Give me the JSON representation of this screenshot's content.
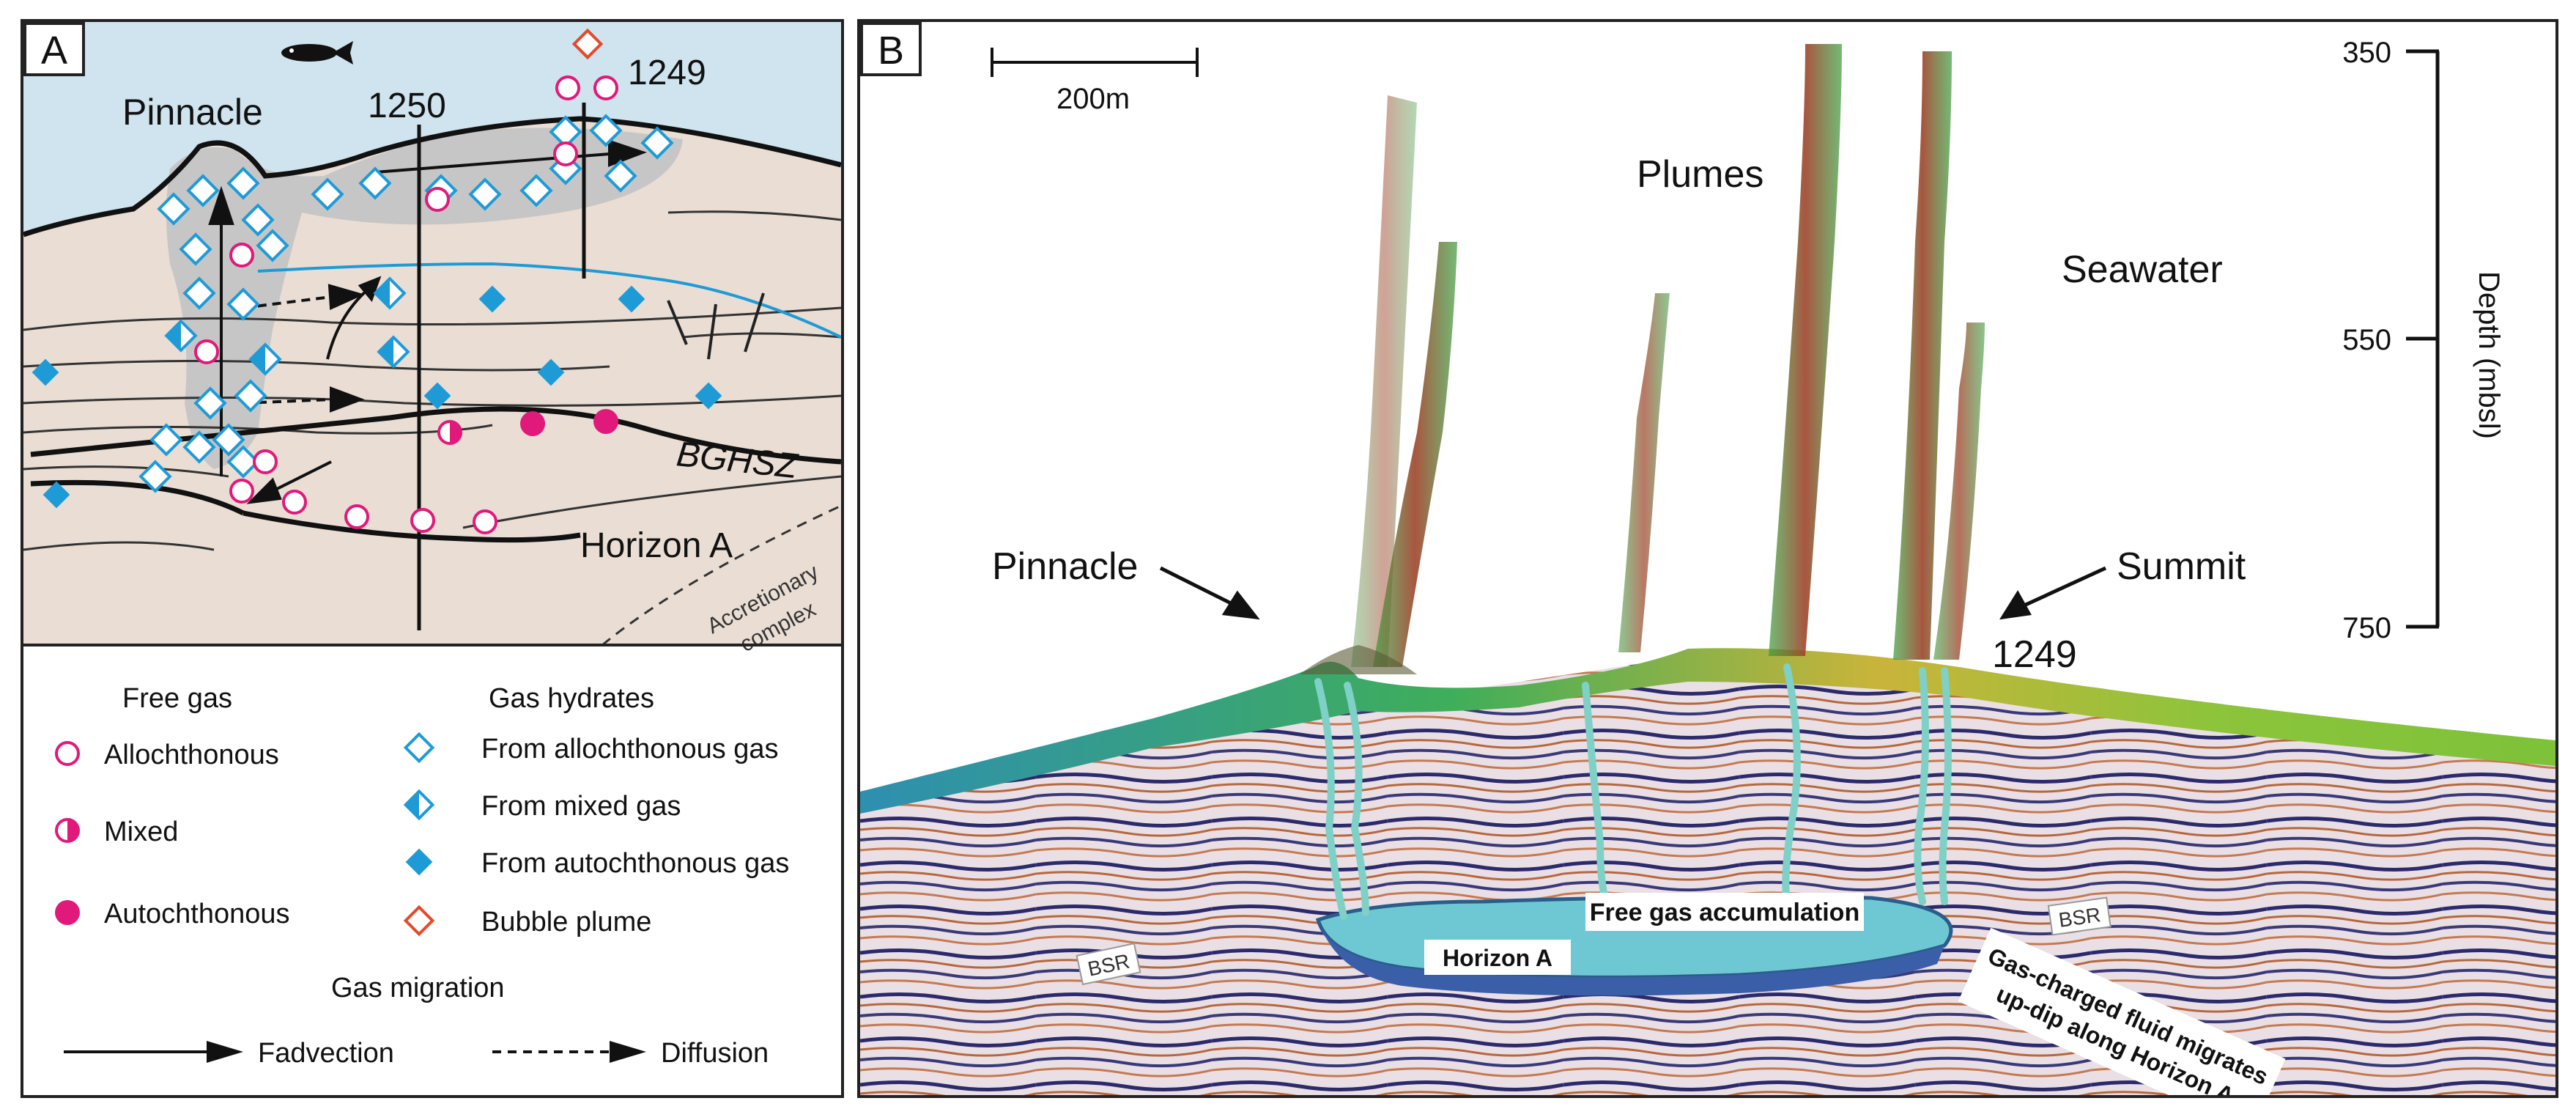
{
  "panel_a": {
    "letter": "A",
    "labels": {
      "pinnacle": "Pinnacle",
      "site_1250": "1250",
      "site_1249": "1249",
      "bghsz": "BGHSZ",
      "horizon_a": "Horizon A",
      "accretionary": "Accretionary",
      "complex": "complex"
    },
    "legend": {
      "free_gas_title": "Free gas",
      "gas_hydrates_title": "Gas hydrates",
      "free_gas_items": [
        "Allochthonous",
        "Mixed",
        "Autochthonous"
      ],
      "hydrate_items": [
        "From allochthonous gas",
        "From mixed gas",
        "From autochthonous gas",
        "Bubble plume"
      ],
      "migration_title": "Gas migration",
      "advection_label": "Fadvection",
      "diffusion_label": "Diffusion"
    },
    "colors": {
      "sea": "#cfe4ef",
      "sediment": "#e8dcd3",
      "hydrate_zone": "#c8c8c8",
      "magenta": "#e0197a",
      "cyan": "#1e9bd7",
      "bubble": "#e24a2b"
    }
  },
  "panel_b": {
    "letter": "B",
    "scale_bar": "200m",
    "labels": {
      "plumes": "Plumes",
      "seawater": "Seawater",
      "pinnacle": "Pinnacle",
      "summit": "Summit",
      "site_1249": "1249",
      "free_gas": "Free gas accumulation",
      "horizon_a": "Horizon A",
      "bsr_left": "BSR",
      "bsr_right": "BSR",
      "migration_line1": "Gas-charged fluid migrates",
      "migration_line2": "up-dip along Horizon A"
    },
    "depth_axis": {
      "title": "Depth (mbsl)",
      "ticks": [
        "350",
        "550",
        "750"
      ]
    },
    "icons": {
      "fish": "fish-icon"
    }
  }
}
